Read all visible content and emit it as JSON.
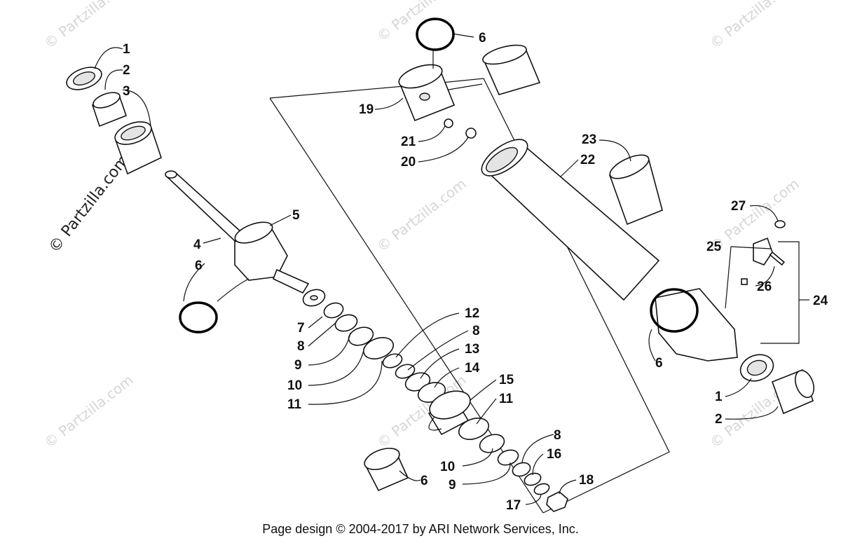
{
  "footer": "Page design © 2004-2017 by ARI Network Services, Inc.",
  "watermark": "© Partzilla.com",
  "callouts": [
    {
      "id": "c1a",
      "text": "1"
    },
    {
      "id": "c2a",
      "text": "2"
    },
    {
      "id": "c3",
      "text": "3"
    },
    {
      "id": "c4",
      "text": "4"
    },
    {
      "id": "c5",
      "text": "5"
    },
    {
      "id": "c6a",
      "text": "6"
    },
    {
      "id": "c6b",
      "text": "6"
    },
    {
      "id": "c6c",
      "text": "6"
    },
    {
      "id": "c6d",
      "text": "6"
    },
    {
      "id": "c7",
      "text": "7"
    },
    {
      "id": "c8a",
      "text": "8"
    },
    {
      "id": "c8b",
      "text": "8"
    },
    {
      "id": "c8c",
      "text": "8"
    },
    {
      "id": "c9a",
      "text": "9"
    },
    {
      "id": "c9b",
      "text": "9"
    },
    {
      "id": "c10a",
      "text": "10"
    },
    {
      "id": "c10b",
      "text": "10"
    },
    {
      "id": "c11a",
      "text": "11"
    },
    {
      "id": "c11b",
      "text": "11"
    },
    {
      "id": "c12",
      "text": "12"
    },
    {
      "id": "c13",
      "text": "13"
    },
    {
      "id": "c14",
      "text": "14"
    },
    {
      "id": "c15",
      "text": "15"
    },
    {
      "id": "c16",
      "text": "16"
    },
    {
      "id": "c17",
      "text": "17"
    },
    {
      "id": "c18",
      "text": "18"
    },
    {
      "id": "c19",
      "text": "19"
    },
    {
      "id": "c20",
      "text": "20"
    },
    {
      "id": "c21",
      "text": "21"
    },
    {
      "id": "c22",
      "text": "22"
    },
    {
      "id": "c23",
      "text": "23"
    },
    {
      "id": "c24",
      "text": "24"
    },
    {
      "id": "c25",
      "text": "25"
    },
    {
      "id": "c26",
      "text": "26"
    },
    {
      "id": "c27",
      "text": "27"
    },
    {
      "id": "c1b",
      "text": "1"
    },
    {
      "id": "c2b",
      "text": "2"
    }
  ]
}
